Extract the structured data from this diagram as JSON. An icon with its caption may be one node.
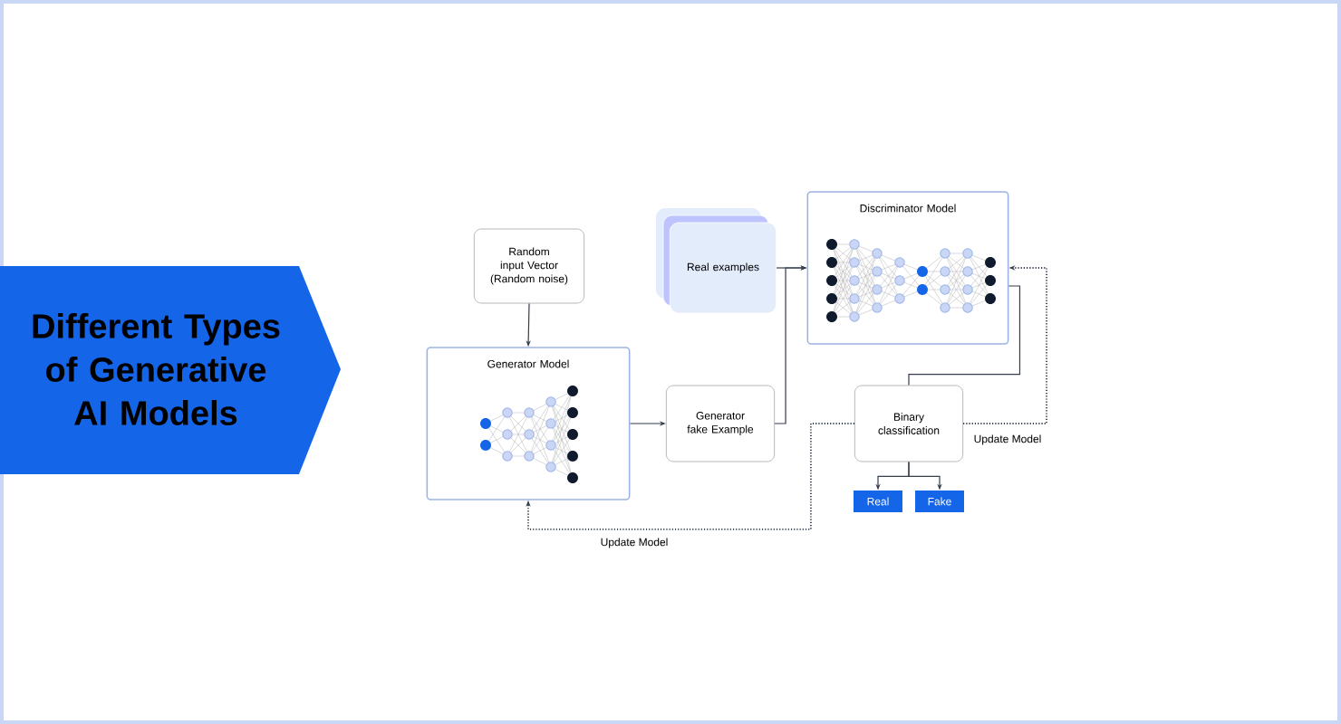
{
  "diagram": {
    "title": "Different Types of Generative AI Models",
    "nodes": [
      {
        "text": [
          "Random input Vector (Random noise)"
        ]
      },
      {
        "text": [
          "Generator Model"
        ]
      },
      {
        "text": [
          "Generator fake Example"
        ]
      },
      {
        "text": [
          "Real examples"
        ]
      },
      {
        "text": [
          "Discriminator Model"
        ]
      },
      {
        "text": [
          "Binary classification"
        ]
      },
      {
        "text": [
          "Real"
        ]
      },
      {
        "text": [
          "Fake"
        ]
      }
    ],
    "edges": [
      {
        "from": 0,
        "to": 1,
        "arrow": "to"
      },
      {
        "from": 1,
        "to": 2,
        "arrow": "to"
      },
      {
        "from": 2,
        "to": 4,
        "arrow": "to"
      },
      {
        "from": 3,
        "to": 4,
        "arrow": "to"
      },
      {
        "from": 4,
        "to": 5,
        "arrow": "none"
      },
      {
        "from": 5,
        "to": 6,
        "arrow": "to"
      },
      {
        "from": 5,
        "to": 7,
        "arrow": "to"
      },
      {
        "from": 5,
        "to": 1,
        "arrow": "to",
        "style": "dashed",
        "label": "Update Model"
      },
      {
        "from": 5,
        "to": 4,
        "arrow": "to",
        "style": "dashed",
        "label": "Update Model"
      }
    ]
  }
}
